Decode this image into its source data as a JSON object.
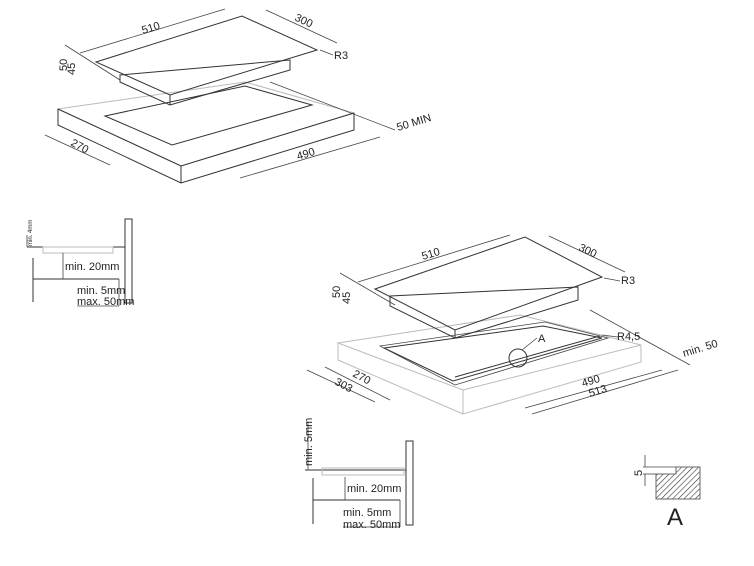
{
  "view1": {
    "width": "510",
    "depth": "300",
    "radius": "R3",
    "height_total": "50",
    "height_body": "45",
    "cut_depth": "270",
    "cut_width": "490",
    "clearance": "50 MIN"
  },
  "section1": {
    "top_gap": "min. 4mm",
    "below_gap": "min. 20mm",
    "side_min": "min. 5mm",
    "side_max": "max. 50mm"
  },
  "view2": {
    "width": "510",
    "depth": "300",
    "radius": "R3",
    "height_total": "50",
    "height_body": "45",
    "cut_radius": "R4,5",
    "detail_label": "A",
    "cut_depth": "270",
    "rebate_depth": "303",
    "cut_width": "490",
    "rebate_width": "513",
    "clearance": "min. 50"
  },
  "section2": {
    "top_gap": "min. 5mm",
    "below_gap": "min. 20mm",
    "side_min": "min. 5mm",
    "side_max": "max. 50mm"
  },
  "detail_a": {
    "dimension": "5",
    "label": "A"
  }
}
